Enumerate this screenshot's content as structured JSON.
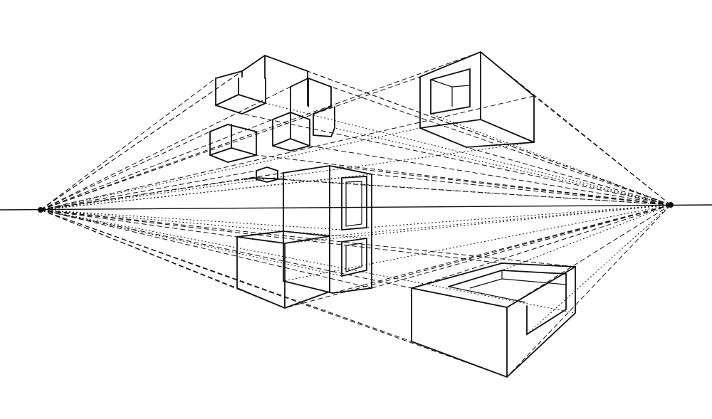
{
  "diagram": {
    "type": "two-point-perspective-sketch",
    "vanishing_points": [
      "left-vanishing-point",
      "right-vanishing-point"
    ],
    "objects": [
      "stacked-boxes-cluster",
      "upper-right-box",
      "tall-center-box",
      "front-left-box",
      "bottom-right-box"
    ],
    "colors": {
      "ink": "#111111",
      "paper": "#ffffff"
    }
  }
}
